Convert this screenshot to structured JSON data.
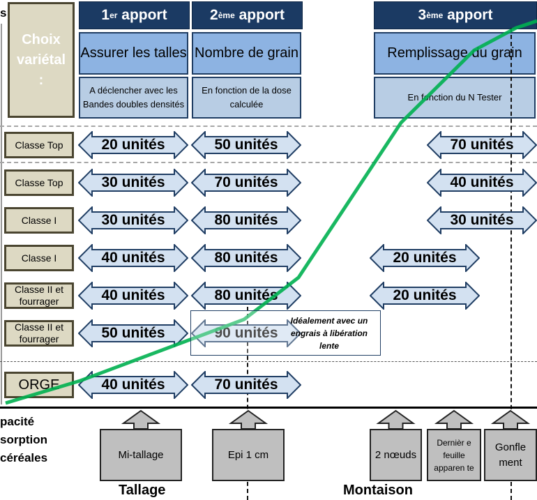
{
  "side_top": "s",
  "choix": "Choix variétal :",
  "headers": [
    {
      "num": "1",
      "sup": "er",
      "word": "apport"
    },
    {
      "num": "2",
      "sup": "ème",
      "word": "apport"
    },
    {
      "num": "3",
      "sup": "ème",
      "word": "apport"
    }
  ],
  "objectives": [
    "Assurer les talles",
    "Nombre de grain",
    "Remplissage du grain"
  ],
  "notes": [
    "A déclencher avec les Bandes doubles densités",
    "En fonction de la dose calculée",
    "En fonction du N Tester"
  ],
  "rows": [
    {
      "label": "Classe Top",
      "a1": "20 unités",
      "a2": "50 unités",
      "a3": "",
      "a4": "70 unités"
    },
    {
      "label": "Classe Top",
      "a1": "30 unités",
      "a2": "70 unités",
      "a3": "",
      "a4": "40 unités"
    },
    {
      "label": "Classe I",
      "a1": "30 unités",
      "a2": "80 unités",
      "a3": "",
      "a4": "30 unités"
    },
    {
      "label": "Classe I",
      "a1": "40 unités",
      "a2": "80 unités",
      "a3": "20 unités",
      "a4": ""
    },
    {
      "label": "Classe II et fourrager",
      "a1": "40 unités",
      "a2": "80 unités",
      "a3": "20 unités",
      "a4": ""
    },
    {
      "label": "Classe II et fourrager",
      "a1": "50 unités",
      "a2": "90 unités",
      "a3": "",
      "a4": ""
    },
    {
      "label": "ORGE",
      "a1": "40 unités",
      "a2": "70 unités",
      "a3": "",
      "a4": ""
    }
  ],
  "note_box": "Idéalement avec un engrais à libération lente",
  "side_label": [
    "pacité",
    "sorption",
    "céréales"
  ],
  "stages": [
    "Mi-tallage",
    "Epi 1 cm",
    "2 nœuds",
    "Dernièr e feuille apparen te",
    "Gonfle ment"
  ],
  "phases": [
    "Tallage",
    "Montaison"
  ],
  "colors": {
    "header": "#1b3a63",
    "objective": "#8db3e2",
    "note": "#b8cde4",
    "arrow": "#d3e1f1",
    "curve": "#00b050",
    "row_label": "#ddd9c3",
    "stage": "#bfbfbf"
  }
}
